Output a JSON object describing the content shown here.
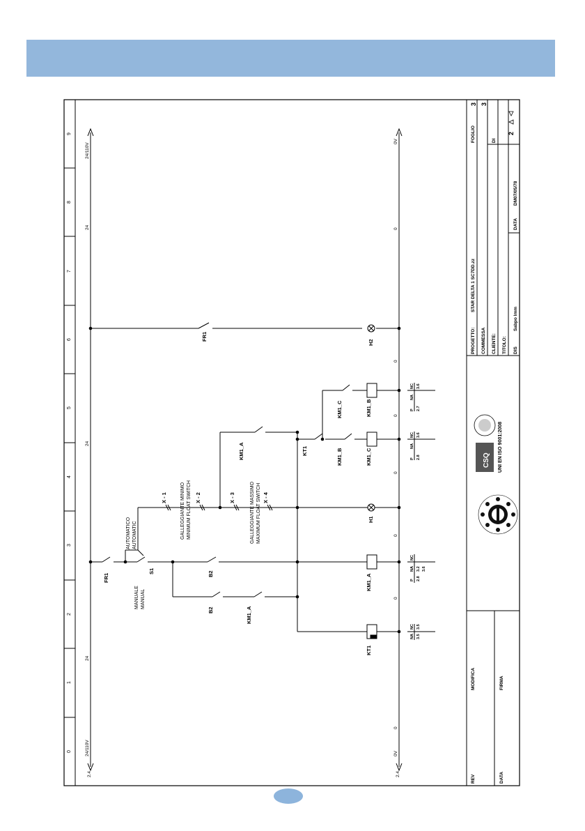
{
  "drawing": {
    "columns": [
      "0",
      "1",
      "2",
      "3",
      "4",
      "5",
      "6",
      "7",
      "8",
      "9"
    ],
    "supply_top_left": "24/110V",
    "supply_top_right": "24/110V",
    "supply_bottom_left": "0V",
    "supply_bottom_right": "0V",
    "terminal_left_top": "2.4",
    "terminal_left_bottom": "2.4",
    "rail_top_wire": "24",
    "rail_bottom_wire": "0",
    "components": {
      "fr1": "FR1",
      "fr1b": "FR1",
      "s1": "S1",
      "manual_it": "MANUALE",
      "manual_en": "MANUAL",
      "auto_it": "AUTOMATICO",
      "auto_en": "AUTOMATIC",
      "b2a": "B2",
      "b2b": "B2",
      "kt1_coil": "KT1",
      "kt1_contact": "KT1",
      "km1a_coil": "KM1_A",
      "km1a_contact": "KM1_A",
      "km1a_contact2": "KM1_A",
      "km1b_contact": "KM1_B",
      "km1c_coil": "KM1_C",
      "km1c_contact": "KM1_C",
      "km1b_coil": "KM1_B",
      "h1": "H1",
      "h2": "H2",
      "x1": "X - 1",
      "x2": "X - 2",
      "x3": "X - 3",
      "x4": "X - 4",
      "float_min_it": "GALLEGGIANTE MINIMO",
      "float_min_en": "MINIMUM FLOAT SWITCH",
      "float_max_it": "GALLEGGIANTE MASSIMO",
      "float_max_en": "MAXIMUM FLOAT SWITCH"
    },
    "contact_tables": [
      {
        "cols": [
          "NA",
          "NC"
        ],
        "vals": [
          "3.5",
          "3.5"
        ]
      },
      {
        "cols": [
          "P",
          "NA",
          "NC"
        ],
        "vals": [
          "2.8",
          "3.2",
          "3.6"
        ]
      },
      {
        "cols": [
          "P",
          "NA",
          "NC"
        ],
        "vals": [
          "2.8",
          "3.6",
          ""
        ]
      },
      {
        "cols": [
          "P",
          "NA",
          "NC"
        ],
        "vals": [
          "2.7",
          "3.6",
          ""
        ]
      }
    ]
  },
  "title_block": {
    "progetto_label": "PROGETTO:",
    "progetto_value": "STAR DELTA 1 SC7DD.zz",
    "commessa_label": "COMMESSA",
    "cliente_label": "CLIENTE:",
    "titolo_label": "TITOLO:",
    "dis_label": "DIS",
    "dis_value": "Sabpo lmm",
    "data_label": "DATA",
    "data_value": "DM07/05/78",
    "foglio_label": "FOGLIO",
    "foglio_value": "3",
    "di_label": "DI",
    "di_value": "3",
    "sheet_no": "2",
    "rev_label": "REV",
    "modifica_label": "MODIFICA",
    "data2_label": "DATA",
    "firma_label": "FIRMA",
    "cert_logo": "CSQ",
    "cert_text": "UNI EN ISO 9001:2008"
  }
}
